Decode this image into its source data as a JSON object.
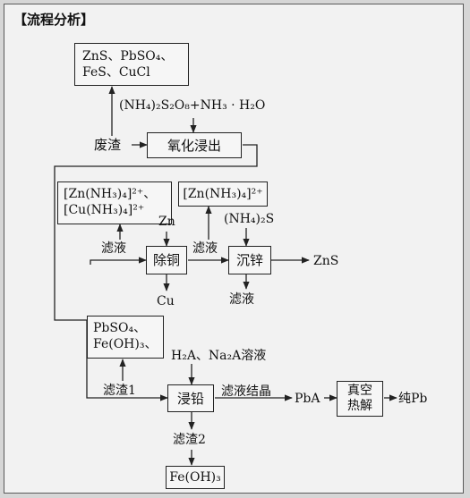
{
  "header": "【流程分析】",
  "boxes": {
    "residue_components": [
      "ZnS、PbSO₄、",
      "FeS、CuCl"
    ],
    "oxidative_leach": "氧化浸出",
    "zn_cu_complex": [
      "[Zn(NH₃)₄]²⁺、",
      "[Cu(NH₃)₄]²⁺"
    ],
    "zn_complex": "[Zn(NH₃)₄]²⁺",
    "copper_removal": "除铜",
    "zinc_precipitation": "沉锌",
    "residue1_components": [
      "PbSO₄、",
      "Fe(OH)₃、"
    ],
    "lead_leach": "浸铅",
    "vacuum_pyrolysis": [
      "真空",
      "热解"
    ],
    "fe_oh3": "Fe(OH)₃"
  },
  "labels": {
    "reagent_1": "(NH₄)₂S₂O₈+NH₃ · H₂O",
    "waste_residue": "废渣",
    "zn_reagent": "Zn",
    "filtrate_1": "滤液",
    "filtrate_2": "滤液",
    "nh4s_reagent": "(NH₄)₂S",
    "zns_product": "ZnS",
    "cu_product": "Cu",
    "filtrate_3": "滤液",
    "h2a_reagent": "H₂A、Na₂A溶液",
    "residue_1": "滤渣1",
    "filtrate_crystal": "滤液结晶",
    "pba": "PbA",
    "pure_pb": "纯Pb",
    "residue_2": "滤渣2"
  }
}
